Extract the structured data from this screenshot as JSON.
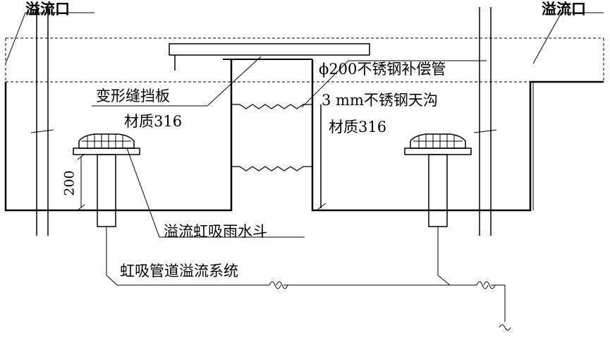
{
  "labels": {
    "overflow_left": "溢流口",
    "overflow_right": "溢流口",
    "pipe": "ϕ200不锈钢补偿管",
    "baffle_name": "变形缝挡板",
    "baffle_material": "材质316",
    "gutter_name": "3 mm不锈钢天沟",
    "gutter_material": "材质316",
    "dimension": "200",
    "drain": "溢流虹吸雨水斗",
    "system": "虹吸管道溢流系统"
  },
  "colors": {
    "line": "#000000",
    "background": "#ffffff"
  }
}
